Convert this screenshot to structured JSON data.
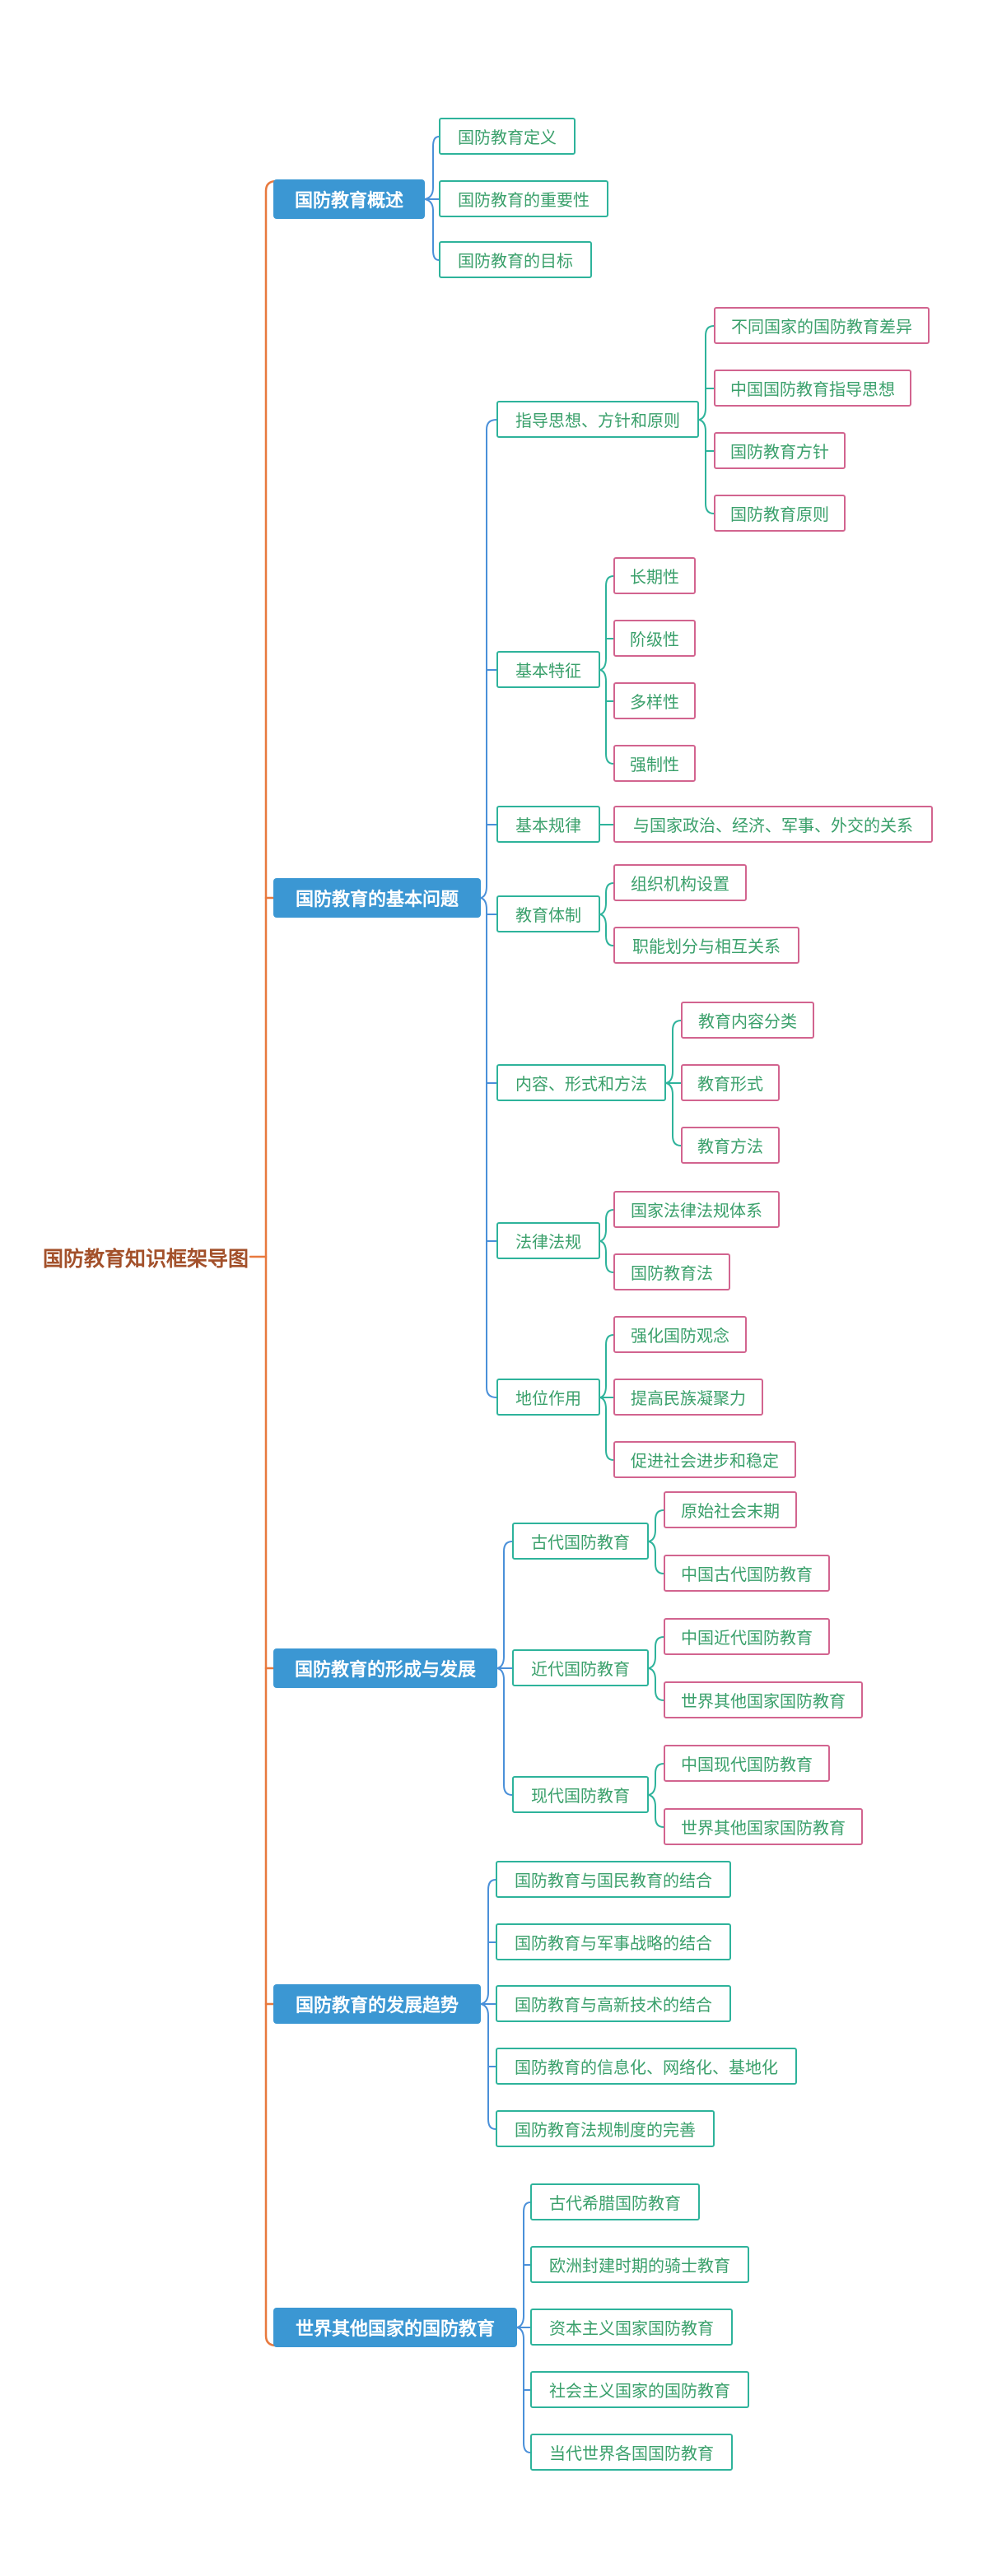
{
  "root": {
    "label": "国防教育知识框架导图"
  },
  "branches": [
    {
      "label": "国防教育概述",
      "children": [
        {
          "label": "国防教育定义"
        },
        {
          "label": "国防教育的重要性"
        },
        {
          "label": "国防教育的目标"
        }
      ]
    },
    {
      "label": "国防教育的基本问题",
      "children": [
        {
          "label": "指导思想、方针和原则",
          "children": [
            {
              "label": "不同国家的国防教育差异"
            },
            {
              "label": "中国国防教育指导思想"
            },
            {
              "label": "国防教育方针"
            },
            {
              "label": "国防教育原则"
            }
          ]
        },
        {
          "label": "基本特征",
          "children": [
            {
              "label": "长期性"
            },
            {
              "label": "阶级性"
            },
            {
              "label": "多样性"
            },
            {
              "label": "强制性"
            }
          ]
        },
        {
          "label": "基本规律",
          "children": [
            {
              "label": "与国家政治、经济、军事、外交的关系"
            }
          ]
        },
        {
          "label": "教育体制",
          "children": [
            {
              "label": "组织机构设置"
            },
            {
              "label": "职能划分与相互关系"
            }
          ]
        },
        {
          "label": "内容、形式和方法",
          "children": [
            {
              "label": "教育内容分类"
            },
            {
              "label": "教育形式"
            },
            {
              "label": "教育方法"
            }
          ]
        },
        {
          "label": "法律法规",
          "children": [
            {
              "label": "国家法律法规体系"
            },
            {
              "label": "国防教育法"
            }
          ]
        },
        {
          "label": "地位作用",
          "children": [
            {
              "label": "强化国防观念"
            },
            {
              "label": "提高民族凝聚力"
            },
            {
              "label": "促进社会进步和稳定"
            }
          ]
        }
      ]
    },
    {
      "label": "国防教育的形成与发展",
      "children": [
        {
          "label": "古代国防教育",
          "children": [
            {
              "label": "原始社会末期"
            },
            {
              "label": "中国古代国防教育"
            }
          ]
        },
        {
          "label": "近代国防教育",
          "children": [
            {
              "label": "中国近代国防教育"
            },
            {
              "label": "世界其他国家国防教育"
            }
          ]
        },
        {
          "label": "现代国防教育",
          "children": [
            {
              "label": "中国现代国防教育"
            },
            {
              "label": "世界其他国家国防教育"
            }
          ]
        }
      ]
    },
    {
      "label": "国防教育的发展趋势",
      "children": [
        {
          "label": "国防教育与国民教育的结合"
        },
        {
          "label": "国防教育与军事战略的结合"
        },
        {
          "label": "国防教育与高新技术的结合"
        },
        {
          "label": "国防教育的信息化、网络化、基地化"
        },
        {
          "label": "国防教育法规制度的完善"
        }
      ]
    },
    {
      "label": "世界其他国家的国防教育",
      "children": [
        {
          "label": "古代希腊国防教育"
        },
        {
          "label": "欧洲封建时期的骑士教育"
        },
        {
          "label": "资本主义国家国防教育"
        },
        {
          "label": "社会主义国家的国防教育"
        },
        {
          "label": "当代世界各国国防教育"
        }
      ]
    }
  ],
  "colors": {
    "branch_fill": "#3B97D3",
    "branch_text": "#FFFFFF",
    "topic_border": "#2EB39B",
    "subtopic_border": "#D2648F",
    "text_green": "#3AA06B",
    "root_text": "#A3512B",
    "trunk_orange": "#E8793E",
    "connector_blue": "#4A90D9"
  }
}
